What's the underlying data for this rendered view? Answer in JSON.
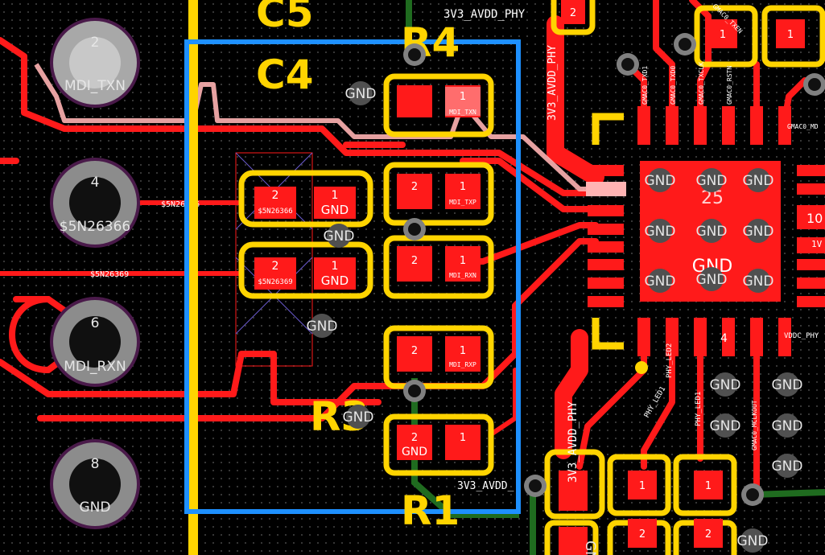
{
  "colors": {
    "copper_top": "#ff1a1a",
    "copper_bottom": "#1f6b1f",
    "silkscreen": "#ffd400",
    "selection": "#1e90ff",
    "highlight": "#ffb3b3",
    "via": "#808080",
    "board": "#000000"
  },
  "designators": {
    "c5": "C5",
    "c4": "C4",
    "r4": "R4",
    "r3": "R3",
    "r1": "R1",
    "u_pad_main": "25",
    "u_pad_gnd": "GND",
    "num_10": "10",
    "num_4": "4"
  },
  "connector_pins": [
    {
      "num": "2",
      "net": "MDI_TXN"
    },
    {
      "num": "4",
      "net": "$5N26366"
    },
    {
      "num": "6",
      "net": "MDI_RXN"
    },
    {
      "num": "8",
      "net": "GND"
    }
  ],
  "caps": {
    "c5_pad2": "2",
    "c5_pad2_net": "$5N26366",
    "c5_pad1": "1",
    "c5_pad1_net": "GND",
    "c4_pad2": "2",
    "c4_pad2_net": "$5N26369",
    "c4_pad1": "1",
    "c4_pad1_net": "GND"
  },
  "resistors": [
    {
      "pad2": "2",
      "pad1": "1",
      "net1": "MDI_TXN",
      "net2": ""
    },
    {
      "pad2": "2",
      "pad1": "1",
      "net1": "MDI_TXP",
      "net2": ""
    },
    {
      "pad2": "2",
      "pad1": "1",
      "net1": "MDI_RXN",
      "net2": ""
    },
    {
      "pad2": "2",
      "pad1": "1",
      "net1": "MDI_RXP",
      "net2": ""
    },
    {
      "pad2": "2",
      "pad1": "1",
      "net1": "",
      "net2": "GND"
    }
  ],
  "nets": {
    "n26366": "$5N26366",
    "n26369": "$5N26369",
    "avdd_phy_top": "3V3_AVDD_PHY",
    "avdd_phy_vert": "3V3_AVDD_PHY",
    "avdd_phy_bottom": "3V3_AVDD_PHY",
    "avdd_bottom_trace": "3V3_AVDD_",
    "gmac_txd1": "GMAC0_TXD1",
    "gmac_txd0": "GMAC0_TXD0",
    "gmac_txclk": "GMAC0_TXCLK",
    "gmac_txen": "GMAC0_TXEN",
    "gmac_rstn": "GMAC0_RSTN",
    "gmac_md": "GMAC0_MD",
    "phy_led2": "PHY_LED2",
    "phy_led1": "PHY_LED1",
    "phy_led1_b": "PHY_LED1",
    "gmac_mclk": "GMAC0_MCLKOUT",
    "vddc": "VDDC_PHY",
    "one_v": "1V"
  },
  "via_labels": {
    "gnd": "GND",
    "gnd_short": "GN"
  }
}
